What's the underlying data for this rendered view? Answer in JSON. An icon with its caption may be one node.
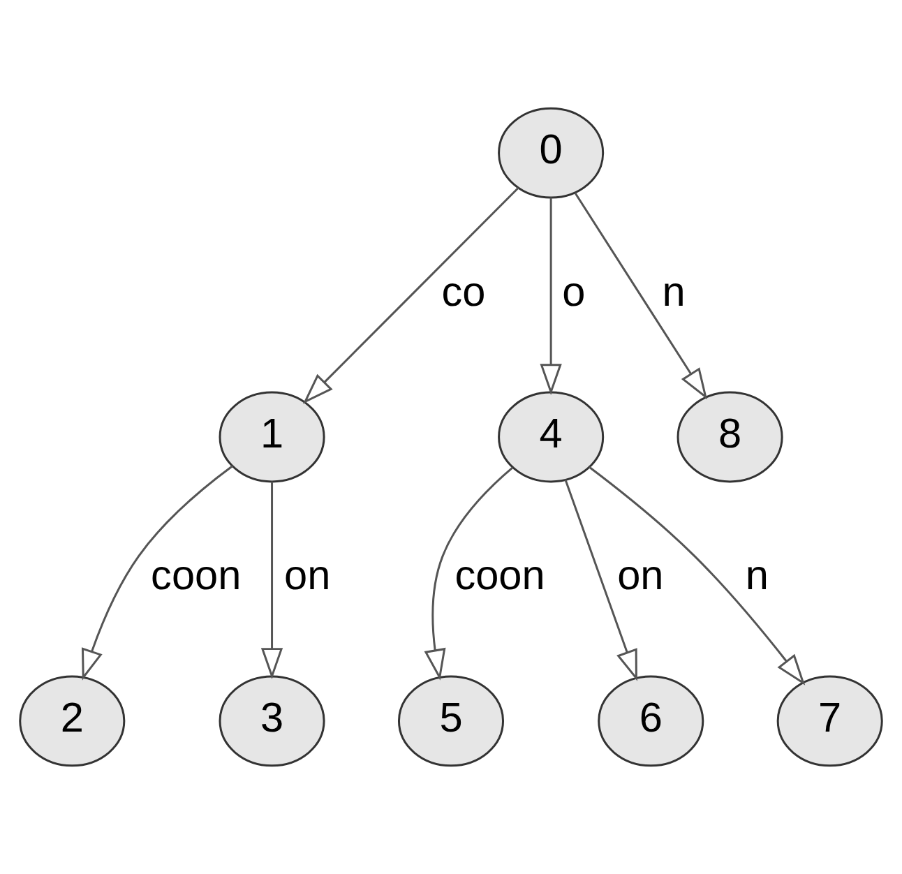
{
  "diagram": {
    "nodes": [
      {
        "text": [
          "0"
        ]
      },
      {
        "text": [
          "1"
        ]
      },
      {
        "text": [
          "4"
        ]
      },
      {
        "text": [
          "8"
        ]
      },
      {
        "text": [
          "2"
        ]
      },
      {
        "text": [
          "3"
        ]
      },
      {
        "text": [
          "5"
        ]
      },
      {
        "text": [
          "6"
        ]
      },
      {
        "text": [
          "7"
        ]
      }
    ],
    "edges": [
      {
        "from": 0,
        "to": 1,
        "arrow": "to",
        "label": "co"
      },
      {
        "from": 0,
        "to": 2,
        "arrow": "to",
        "label": "o"
      },
      {
        "from": 0,
        "to": 3,
        "arrow": "to",
        "label": "n"
      },
      {
        "from": 1,
        "to": 4,
        "arrow": "to",
        "label": "coon"
      },
      {
        "from": 1,
        "to": 5,
        "arrow": "to",
        "label": "on"
      },
      {
        "from": 2,
        "to": 6,
        "arrow": "to",
        "label": "coon"
      },
      {
        "from": 2,
        "to": 7,
        "arrow": "to",
        "label": "on"
      },
      {
        "from": 2,
        "to": 8,
        "arrow": "to",
        "label": "n"
      }
    ]
  }
}
